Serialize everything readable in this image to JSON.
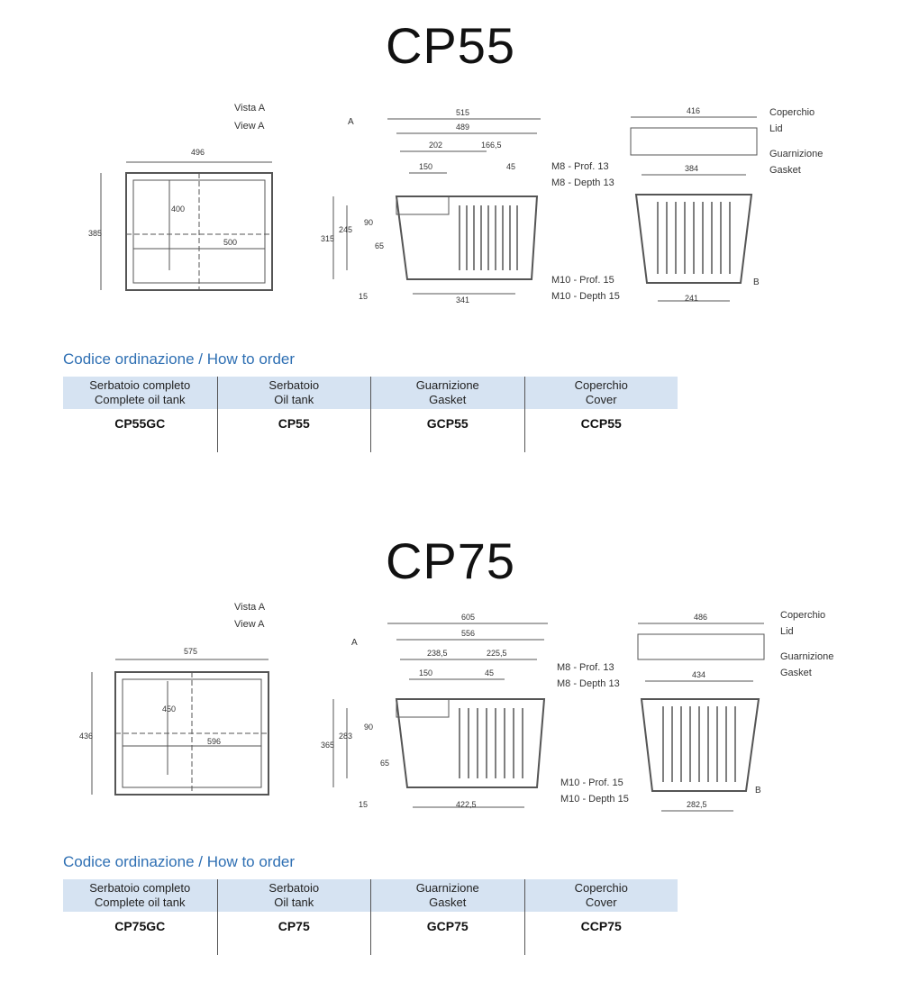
{
  "sections": [
    {
      "title": "CP55",
      "view_label_it": "Vista A",
      "view_label_en": "View A",
      "arrow_label": "A",
      "dims": {
        "top_width": "496",
        "top_height": "385",
        "top_inner_h": "400",
        "top_inner_w": "500",
        "front_outer": "515",
        "front_inner": "489",
        "front_left": "202",
        "front_right": "166,5",
        "front_sub": "150",
        "front_45": "45",
        "front_h_outer": "315",
        "front_h_inner": "245",
        "front_90": "90",
        "front_65": "65",
        "front_15": "15",
        "front_bottom": "341",
        "side_top": "416",
        "side_inner": "384",
        "side_bottom": "241",
        "m8_it": "M8 - Prof. 13",
        "m8_en": "M8 - Depth 13",
        "m10_it": "M10 - Prof. 15",
        "m10_en": "M10 - Depth 15",
        "lid_it": "Coperchio",
        "lid_en": "Lid",
        "gasket_it": "Guarnizione",
        "gasket_en": "Gasket",
        "side_b": "B"
      },
      "order_heading": "Codice ordinazione / How to order",
      "columns": [
        {
          "it": "Serbatoio completo",
          "en": "Complete oil tank",
          "code": "CP55GC"
        },
        {
          "it": "Serbatoio",
          "en": "Oil tank",
          "code": "CP55"
        },
        {
          "it": "Guarnizione",
          "en": "Gasket",
          "code": "GCP55"
        },
        {
          "it": "Coperchio",
          "en": "Cover",
          "code": "CCP55"
        }
      ]
    },
    {
      "title": "CP75",
      "view_label_it": "Vista A",
      "view_label_en": "View A",
      "arrow_label": "A",
      "dims": {
        "top_width": "575",
        "top_height": "436",
        "top_inner_h": "450",
        "top_inner_w": "596",
        "front_outer": "605",
        "front_inner": "556",
        "front_left": "238,5",
        "front_right": "225,5",
        "front_sub": "150",
        "front_45": "45",
        "front_h_outer": "365",
        "front_h_inner": "283",
        "front_90": "90",
        "front_65": "65",
        "front_15": "15",
        "front_bottom": "422,5",
        "side_top": "486",
        "side_inner": "434",
        "side_bottom": "282,5",
        "m8_it": "M8 - Prof. 13",
        "m8_en": "M8 - Depth 13",
        "m10_it": "M10 - Prof. 15",
        "m10_en": "M10 - Depth 15",
        "lid_it": "Coperchio",
        "lid_en": "Lid",
        "gasket_it": "Guarnizione",
        "gasket_en": "Gasket",
        "side_b": "B"
      },
      "order_heading": "Codice ordinazione / How to order",
      "columns": [
        {
          "it": "Serbatoio completo",
          "en": "Complete oil tank",
          "code": "CP75GC"
        },
        {
          "it": "Serbatoio",
          "en": "Oil tank",
          "code": "CP75"
        },
        {
          "it": "Guarnizione",
          "en": "Gasket",
          "code": "GCP75"
        },
        {
          "it": "Coperchio",
          "en": "Cover",
          "code": "CCP75"
        }
      ]
    }
  ]
}
